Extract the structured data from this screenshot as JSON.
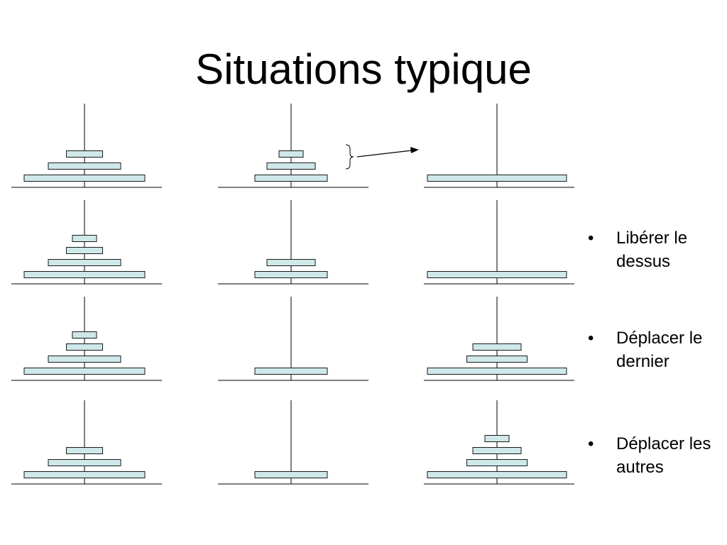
{
  "title": "Situations typique",
  "colors": {
    "disk_fill": "#cfe8ea",
    "disk_stroke": "#1a1a1a",
    "line": "#000000"
  },
  "bullet_glyph": "•",
  "bullets": [
    "Libérer le dessus",
    "Déplacer le dernier",
    "Déplacer les autres"
  ],
  "disk_sizes": [
    1,
    2,
    3,
    4,
    5
  ],
  "rows": [
    {
      "pegs": [
        [
          5,
          3,
          2
        ],
        [
          3,
          2,
          1
        ],
        [
          4
        ]
      ]
    },
    {
      "pegs": [
        [
          5,
          3,
          2,
          1
        ],
        [
          3,
          2
        ],
        [
          4
        ]
      ]
    },
    {
      "pegs": [
        [
          5,
          3,
          2,
          1
        ],
        [
          3
        ],
        [
          4,
          2,
          1.5
        ]
      ]
    },
    {
      "pegs": [
        [
          5,
          3,
          2
        ],
        [
          3
        ],
        [
          4,
          2,
          1.5,
          1
        ]
      ]
    }
  ]
}
